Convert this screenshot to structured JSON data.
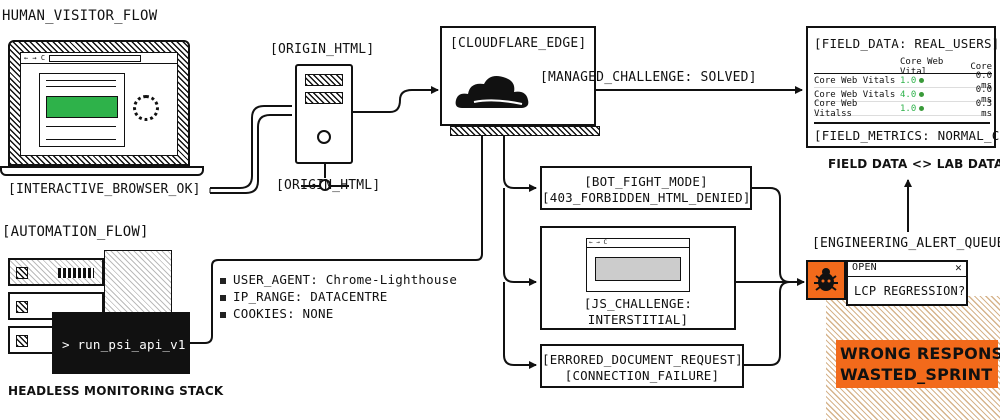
{
  "human": {
    "title": "HUMAN_VISITOR_FLOW",
    "laptop_label": "[INTERACTIVE_BROWSER_OK]",
    "address_bar": "← → C"
  },
  "origin": {
    "top_label": "[ORIGIN_HTML]",
    "bottom_label": "[ORIGIN_HTML]"
  },
  "edge": {
    "title": "[CLOUDFLARE_EDGE]",
    "challenge_label": "[MANAGED_CHALLENGE: SOLVED]"
  },
  "field_data": {
    "title": "[FIELD_DATA: REAL_USERS]",
    "header_vital": "Core Web Vital",
    "header_cls": "Core",
    "rows": [
      {
        "name": "Core Web Vitals",
        "value": "1.0",
        "cls": "0.0 ms"
      },
      {
        "name": "Core Web Vitals",
        "value": "4.0",
        "cls": "0.0 ms"
      },
      {
        "name": "Core Web Vitalss",
        "value": "1.0",
        "cls": "0.3 ms"
      }
    ],
    "metrics_label": "[FIELD_METRICS: NORMAL_CLS]",
    "caption": "FIELD DATA <> LAB DATA"
  },
  "automation": {
    "title": "[AUTOMATION_FLOW]",
    "terminal_command": "> run_psi_api_v1",
    "caption": "HEADLESS MONITORING STACK"
  },
  "request": {
    "items": [
      "USER_AGENT: Chrome-Lighthouse",
      "IP_RANGE: DATACENTRE",
      "COOKIES: NONE"
    ]
  },
  "outcomes": {
    "bot_fight_line1": "[BOT_FIGHT_MODE]",
    "bot_fight_line2": "[403_FORBIDDEN_HTML_DENIED]",
    "js_line1": "[JS_CHALLENGE:",
    "js_line2": "INTERSTITIAL]",
    "errored_line1": "[ERRORED_DOCUMENT_REQUEST]",
    "errored_line2": "[CONNECTION_FAILURE]"
  },
  "alert": {
    "queue_label": "[ENGINEERING_ALERT_QUEUE]",
    "ticket_status": "OPEN",
    "ticket_close": "✕",
    "ticket_text": "LCP REGRESSION?",
    "banner_line1": "WRONG RESPONSE!",
    "banner_line2": "WASTED_SPRINT"
  },
  "colors": {
    "ink": "#111111",
    "accent_orange": "#f26a1b",
    "progress_green": "#2eb24a",
    "hatch_tan": "#d6b48c"
  }
}
